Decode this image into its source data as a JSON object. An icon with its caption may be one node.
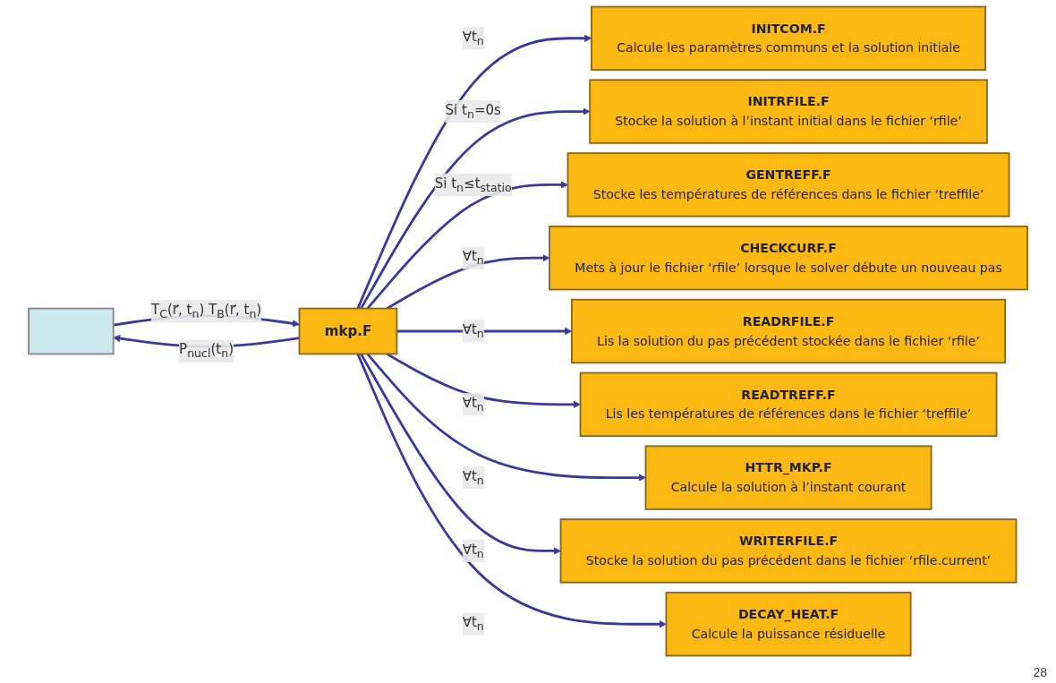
{
  "diagram": {
    "nodes": [
      {
        "text": [],
        "shape": "box"
      },
      {
        "text": [
          "mkp.F"
        ]
      },
      {
        "text": [
          "INITCOM.F",
          "Calcule les paramètres communs et la solution initiale"
        ]
      },
      {
        "text": [
          "INITRFILE.F",
          "Stocke la solution à l’instant initial dans le fichier ‘rfile’"
        ]
      },
      {
        "text": [
          "GENTREFF.F",
          "Stocke les températures de références dans le fichier ‘treffile’"
        ]
      },
      {
        "text": [
          "CHECKCURF.F",
          "Mets à jour le fichier ‘rfile’ lorsque le solver débute un nouveau pas"
        ]
      },
      {
        "text": [
          "READRFILE.F",
          "Lis la solution du pas précédent stockée dans le fichier ‘rfile’"
        ]
      },
      {
        "text": [
          "READTREFF.F",
          "Lis les températures de références dans le fichier ‘treffile’"
        ]
      },
      {
        "text": [
          "HTTR_MKP.F",
          "Calcule la solution à l’instant courant"
        ]
      },
      {
        "text": [
          "WRITERFILE.F",
          "Stocke la solution du pas précédent dans le fichier ‘rfile.current’"
        ]
      },
      {
        "text": [
          "DECAY_HEAT.F",
          "Calcule la puissance résiduelle"
        ]
      }
    ],
    "edges": [
      {
        "from": 1,
        "to": 0,
        "arrow": "to",
        "label": "P$_{nucl}$(t$_{n}$)"
      },
      {
        "from": 0,
        "to": 1,
        "arrow": "to",
        "label": "T$_{C}$(r⃗, t$_{n}$) T$_{B}$(r⃗, t$_{n}$)"
      },
      {
        "from": 1,
        "to": 2,
        "arrow": "to",
        "label": "∀t$_{n}$"
      },
      {
        "from": 1,
        "to": 3,
        "arrow": "to",
        "label": "Si t$_{n}$=0s"
      },
      {
        "from": 1,
        "to": 4,
        "arrow": "to",
        "label": "Si t$_{n}$≤t$_{statio}$"
      },
      {
        "from": 1,
        "to": 5,
        "arrow": "to",
        "label": "∀t$_{n}$"
      },
      {
        "from": 1,
        "to": 6,
        "arrow": "to",
        "label": "∀t$_{n}$"
      },
      {
        "from": 1,
        "to": 7,
        "arrow": "to",
        "label": "∀t$_{n}$"
      },
      {
        "from": 1,
        "to": 8,
        "arrow": "to",
        "label": "∀t$_{n}$"
      },
      {
        "from": 1,
        "to": 9,
        "arrow": "to",
        "label": "∀t$_{n}$"
      },
      {
        "from": 1,
        "to": 10,
        "arrow": "to",
        "label": "∀t$_{n}$"
      }
    ],
    "labels": [
      "28"
    ]
  }
}
